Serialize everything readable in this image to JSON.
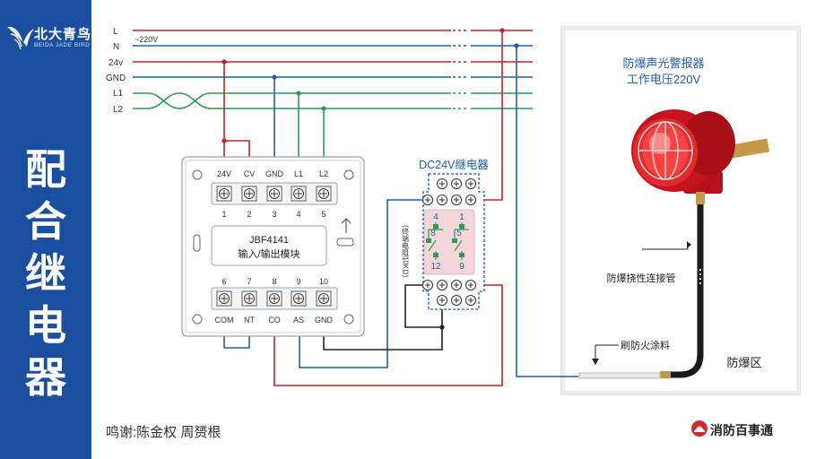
{
  "brand": {
    "name_cn": "北大青鸟",
    "name_en": "BEIDA JADE BIRD"
  },
  "side_title": "配合继电器",
  "bus_lines": [
    {
      "label": "L",
      "color": "#c8202a"
    },
    {
      "label": "N",
      "color": "#1f5fae"
    },
    {
      "label": "24v",
      "color": "#c8202a"
    },
    {
      "label": "GND",
      "color": "#1f5fae"
    },
    {
      "label": "L1",
      "color": "#2e9a58"
    },
    {
      "label": "L2",
      "color": "#2e9a58"
    }
  ],
  "voltage_note": "~220V",
  "module": {
    "model": "JBF4141",
    "name": "输入/输出模块",
    "top_terminals": [
      {
        "label": "24V",
        "num": "1"
      },
      {
        "label": "CV",
        "num": "2"
      },
      {
        "label": "GND",
        "num": "3"
      },
      {
        "label": "L1",
        "num": "4"
      },
      {
        "label": "L2",
        "num": "5"
      }
    ],
    "bottom_terminals": [
      {
        "num": "6",
        "label": "COM"
      },
      {
        "num": "7",
        "label": "NT"
      },
      {
        "num": "8",
        "label": "CO"
      },
      {
        "num": "9",
        "label": "AS"
      },
      {
        "num": "10",
        "label": "GND"
      }
    ]
  },
  "relay": {
    "title": "DC24V继电器",
    "contacts": [
      "4",
      "1",
      "8",
      "5",
      "12",
      "9"
    ],
    "resistor_label": "（终端电阻10KΩ）"
  },
  "alarm": {
    "title_line1": "防爆声光警报器",
    "title_line2": "工作电压220V",
    "conduit_label": "防爆挠性连接管",
    "coating_label": "刷防火涂料",
    "zone_label": "防爆区"
  },
  "credit": "鸣谢:陈金权 周赟根",
  "publisher": "消防百事通"
}
